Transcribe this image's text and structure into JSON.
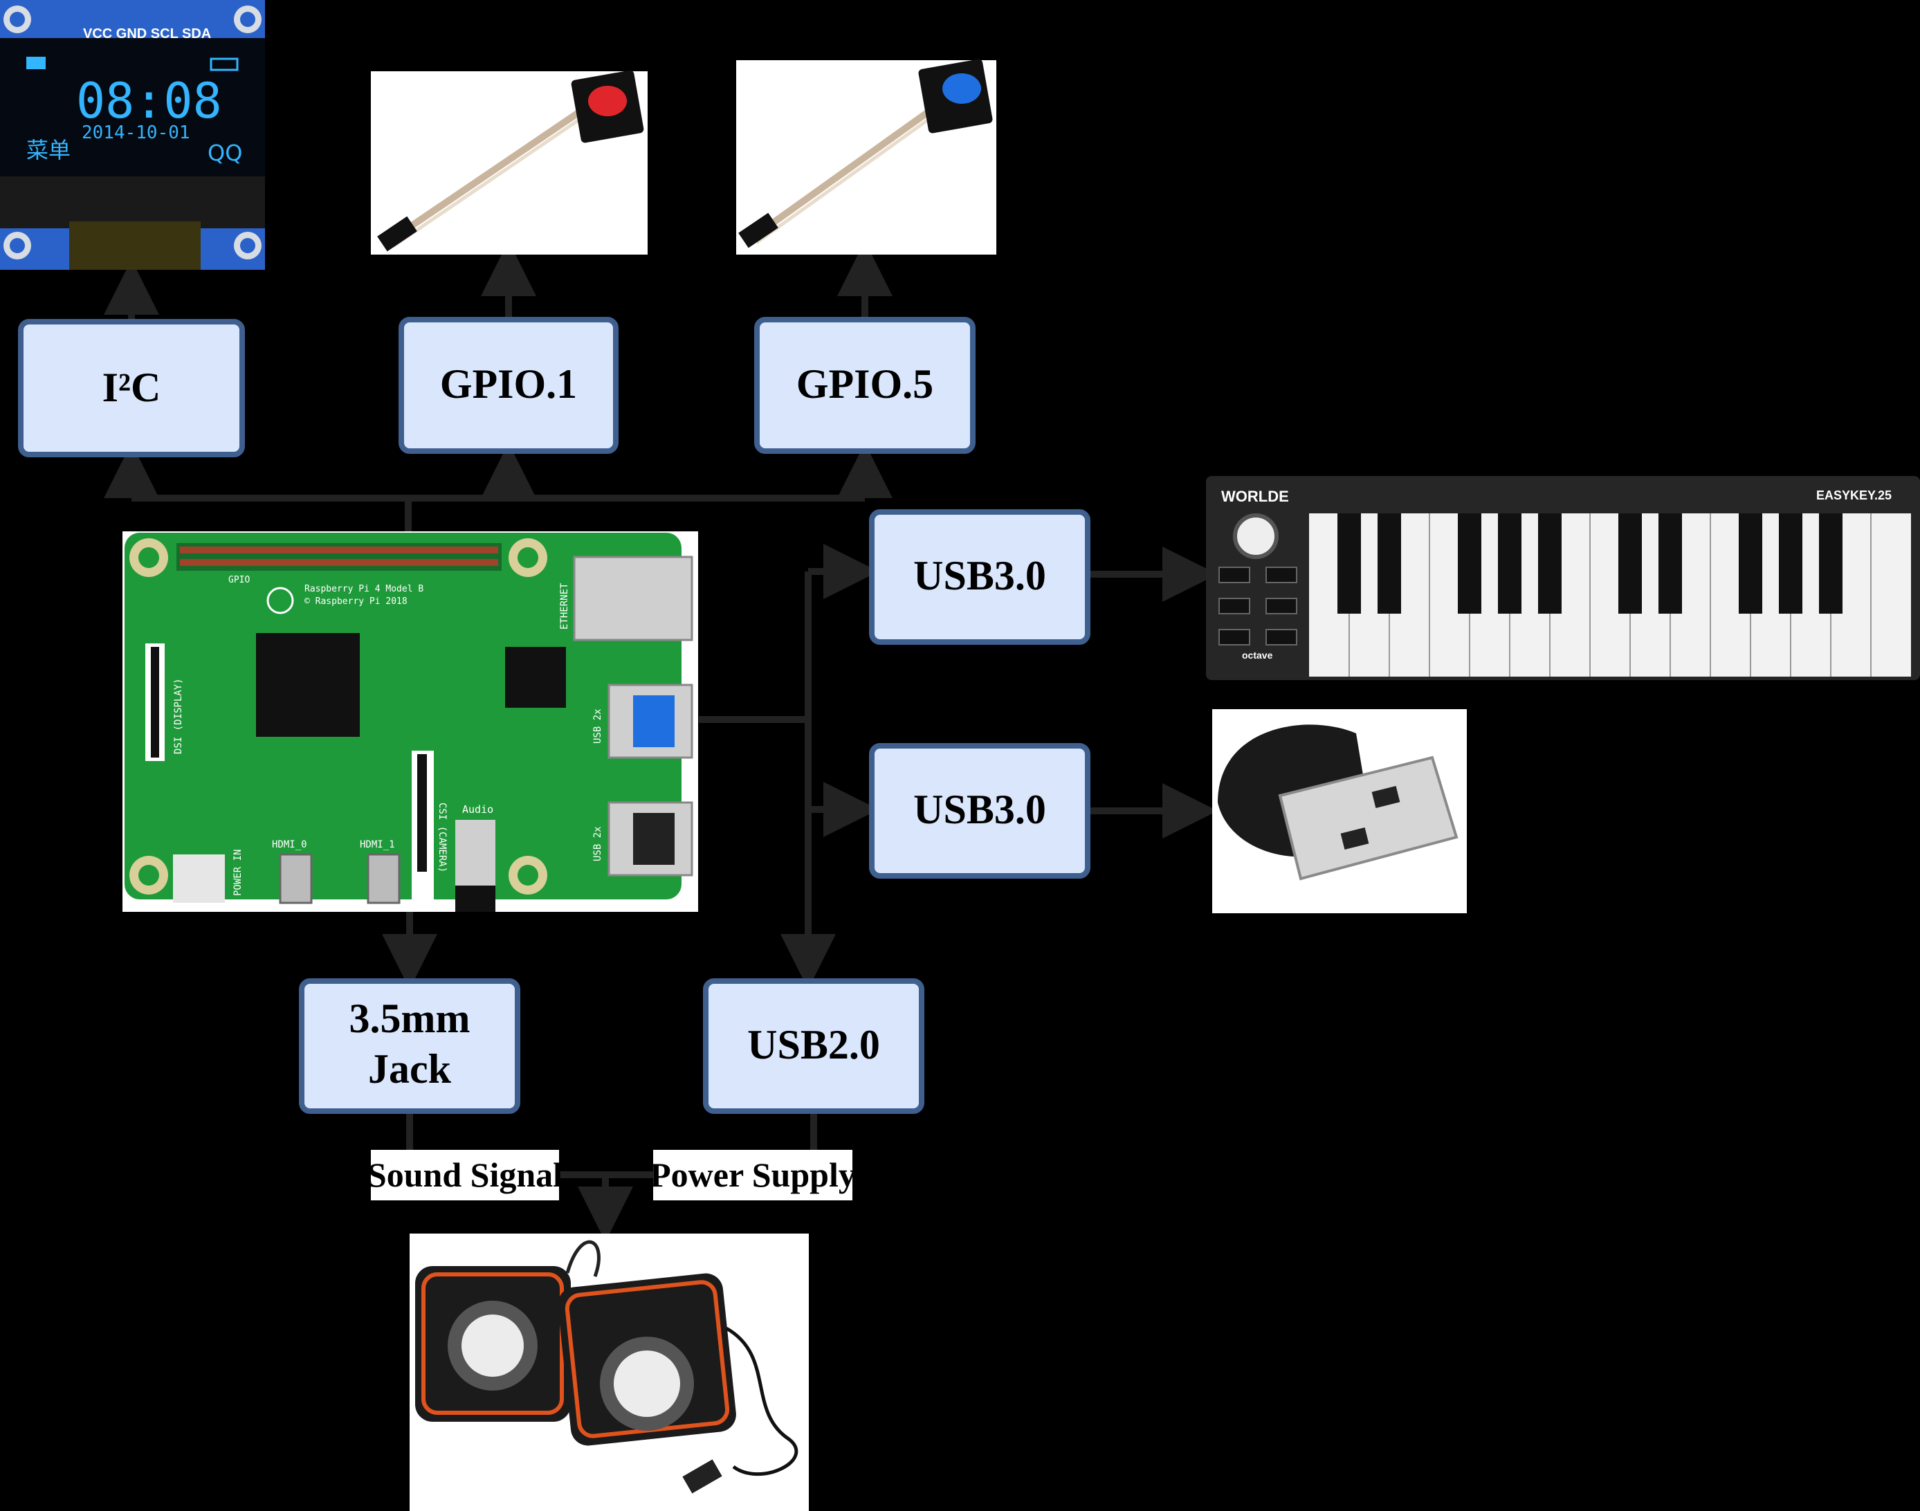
{
  "boxes": {
    "i2c": "I²C",
    "gpio1": "GPIO.1",
    "gpio5": "GPIO.5",
    "usb3_keyboard": "USB3.0",
    "usb3_mic": "USB3.0",
    "jack_line1": "3.5mm",
    "jack_line2": "Jack",
    "usb2": "USB2.0"
  },
  "labels": {
    "sound_signal": "Sound Signal",
    "power_supply": "Power Supply"
  },
  "oled": {
    "pins": "VCC GND SCL SDA",
    "time": "08:08",
    "date": "2014-10-01",
    "menu": "菜单",
    "qq": "QQ"
  },
  "pi": {
    "model": "Raspberry Pi 4 Model B",
    "copyright": "© Raspberry Pi 2018",
    "gpio": "GPIO",
    "ethernet": "ETHERNET",
    "usb_a": "USB 2x",
    "usb_b": "USB 2x",
    "dsi": "DSI (DISPLAY)",
    "csi": "CSI (CAMERA)",
    "audio": "Audio",
    "power_in": "POWER IN",
    "hdmi0": "HDMI_0",
    "hdmi1": "HDMI_1"
  },
  "keyboard": {
    "brand": "WORLDE",
    "model": "EASYKEY.25",
    "octave": "octave"
  },
  "colors": {
    "background": "#000000",
    "box_fill": "#dae6fb",
    "box_stroke": "#3f5f8f",
    "board_green": "#1f9a3a",
    "button_red": "#e0262b",
    "button_blue": "#1f6fe0"
  }
}
